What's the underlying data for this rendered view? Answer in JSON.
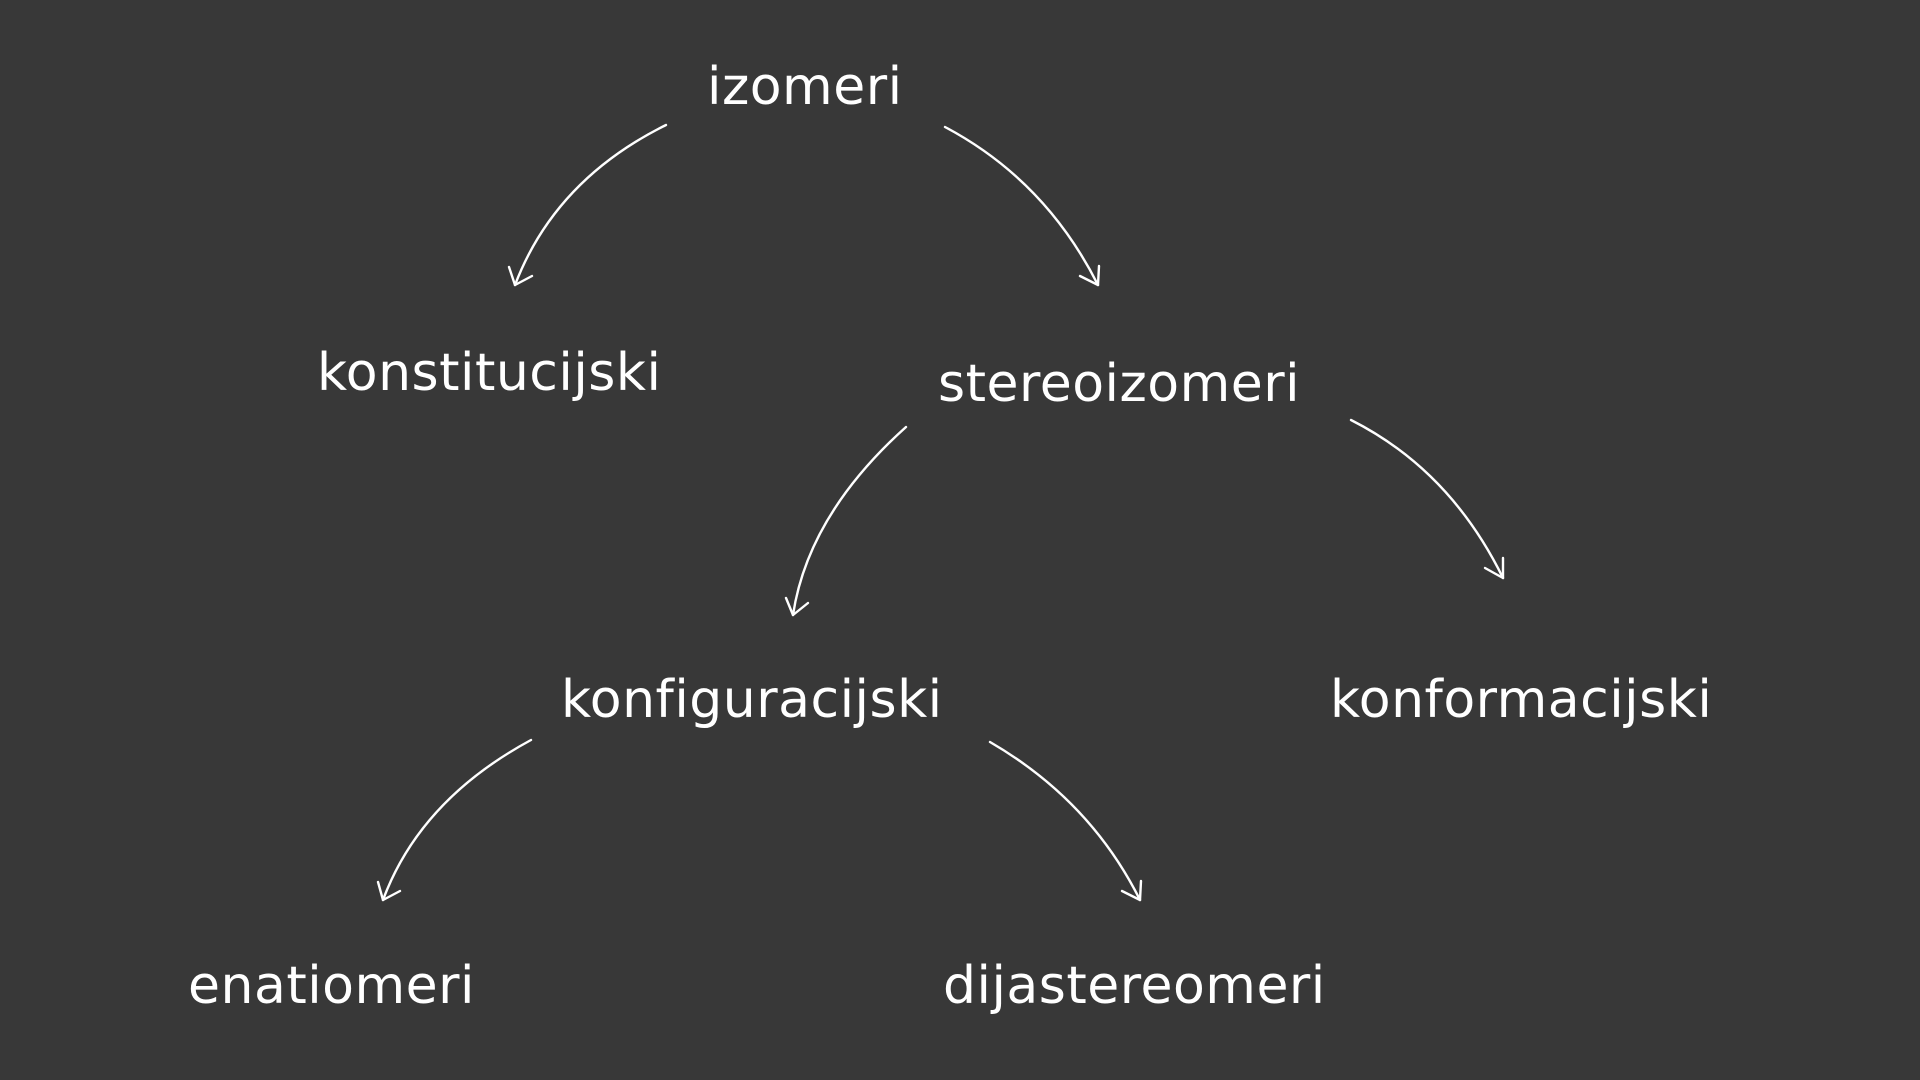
{
  "colors": {
    "background": "#383838",
    "foreground": "#ffffff"
  },
  "nodes": {
    "izomeri": "izomeri",
    "konstitucijski": "konstitucijski",
    "stereoizomeri": "stereoizomeri",
    "konfiguracijski": "konfiguracijski",
    "konformacijski": "konformacijski",
    "enatiomeri": "enatiomeri",
    "dijastereomeri": "dijastereomeri"
  },
  "edges": [
    {
      "from": "izomeri",
      "to": "konstitucijski"
    },
    {
      "from": "izomeri",
      "to": "stereoizomeri"
    },
    {
      "from": "stereoizomeri",
      "to": "konfiguracijski"
    },
    {
      "from": "stereoizomeri",
      "to": "konformacijski"
    },
    {
      "from": "konfiguracijski",
      "to": "enatiomeri"
    },
    {
      "from": "konfiguracijski",
      "to": "dijastereomeri"
    }
  ]
}
